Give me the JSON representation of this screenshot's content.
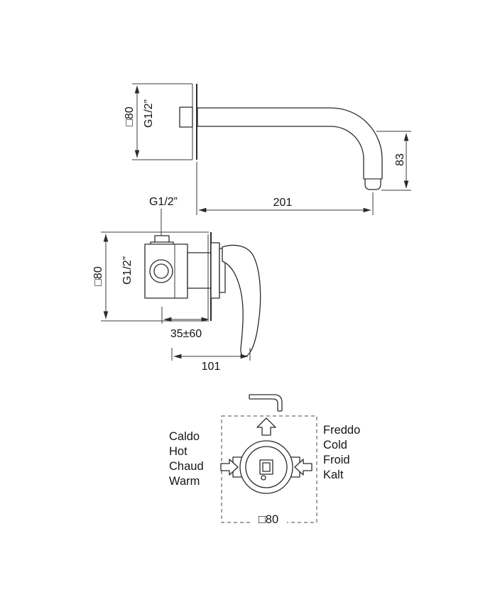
{
  "views": {
    "spout": {
      "plate_size": "□80",
      "thread": "G1/2”",
      "length": "201",
      "height": "83"
    },
    "valve": {
      "thread_top": "G1/2”",
      "plate_size": "□80",
      "thread_side": "G1/2”",
      "depth_range": "35±60",
      "width": "101"
    },
    "front": {
      "hot": [
        "Caldo",
        "Hot",
        "Chaud",
        "Warm"
      ],
      "cold": [
        "Freddo",
        "Cold",
        "Froid",
        "Kalt"
      ],
      "plate_size": "□80"
    }
  }
}
